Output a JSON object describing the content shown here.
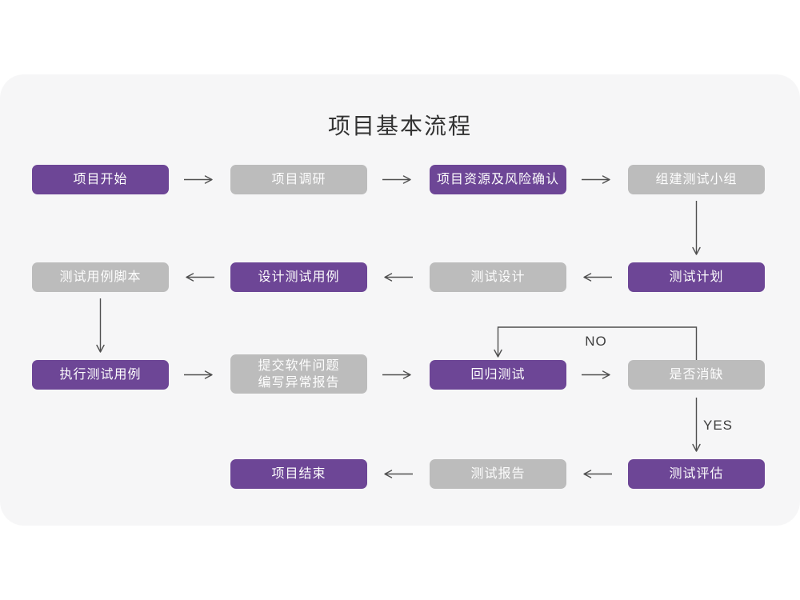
{
  "title": "项目基本流程",
  "colors": {
    "purple": "#6d4696",
    "gray": "#bcbcbc",
    "card_bg": "#f6f6f7",
    "page_bg": "#ffffff",
    "arrow": "#4f4f4f",
    "text_on_box": "#fdfdfd",
    "title_color": "#333333",
    "edge_label": "#3d3d3d"
  },
  "nodes": [
    {
      "id": "project-start",
      "label": "项目开始",
      "variant": "purple"
    },
    {
      "id": "project-research",
      "label": "项目调研",
      "variant": "gray"
    },
    {
      "id": "resource-risk",
      "label": "项目资源及风险确认",
      "variant": "purple"
    },
    {
      "id": "build-team",
      "label": "组建测试小组",
      "variant": "gray"
    },
    {
      "id": "test-plan",
      "label": "测试计划",
      "variant": "purple"
    },
    {
      "id": "test-design",
      "label": "测试设计",
      "variant": "gray"
    },
    {
      "id": "design-cases",
      "label": "设计测试用例",
      "variant": "purple"
    },
    {
      "id": "case-script",
      "label": "测试用例脚本",
      "variant": "gray"
    },
    {
      "id": "execute-cases",
      "label": "执行测试用例",
      "variant": "purple"
    },
    {
      "id": "submit-issues",
      "label": "提交软件问题\n编写异常报告",
      "variant": "gray"
    },
    {
      "id": "regression-test",
      "label": "回归测试",
      "variant": "purple"
    },
    {
      "id": "defect-cleared",
      "label": "是否消缺",
      "variant": "gray"
    },
    {
      "id": "test-evaluate",
      "label": "测试评估",
      "variant": "purple"
    },
    {
      "id": "test-report",
      "label": "测试报告",
      "variant": "gray"
    },
    {
      "id": "project-end",
      "label": "项目结束",
      "variant": "purple"
    }
  ],
  "edge_labels": {
    "no": "NO",
    "yes": "YES"
  },
  "edges": [
    {
      "from": "project-start",
      "to": "project-research"
    },
    {
      "from": "project-research",
      "to": "resource-risk"
    },
    {
      "from": "resource-risk",
      "to": "build-team"
    },
    {
      "from": "build-team",
      "to": "test-plan"
    },
    {
      "from": "test-plan",
      "to": "test-design"
    },
    {
      "from": "test-design",
      "to": "design-cases"
    },
    {
      "from": "design-cases",
      "to": "case-script"
    },
    {
      "from": "case-script",
      "to": "execute-cases"
    },
    {
      "from": "execute-cases",
      "to": "submit-issues"
    },
    {
      "from": "submit-issues",
      "to": "regression-test"
    },
    {
      "from": "regression-test",
      "to": "defect-cleared"
    },
    {
      "from": "defect-cleared",
      "to": "regression-test",
      "label": "NO"
    },
    {
      "from": "defect-cleared",
      "to": "test-evaluate",
      "label": "YES"
    },
    {
      "from": "test-evaluate",
      "to": "test-report"
    },
    {
      "from": "test-report",
      "to": "project-end"
    }
  ]
}
